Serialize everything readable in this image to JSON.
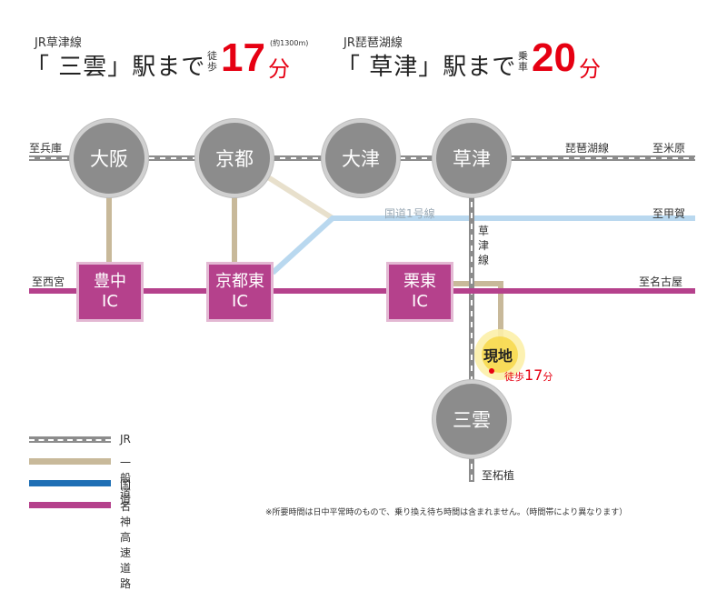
{
  "header": {
    "left": {
      "line": "JR草津線",
      "station": "「 三雲」駅まで",
      "mode": "徒歩",
      "minutes": "17",
      "unit": "分",
      "distance": "(約1300m)"
    },
    "right": {
      "line": "JR琵琶湖線",
      "station": "「 草津」駅まで",
      "mode": "乗車",
      "minutes": "20",
      "unit": "分"
    }
  },
  "stations": {
    "osaka": "大阪",
    "kyoto": "京都",
    "otsu": "大津",
    "kusatsu": "草津",
    "mikumo": "三雲"
  },
  "interchanges": {
    "toyonaka": [
      "豊中",
      "IC"
    ],
    "kyotohigashi": [
      "京都東",
      "IC"
    ],
    "ritto": [
      "栗東",
      "IC"
    ]
  },
  "labels": {
    "to_hyogo": "至兵庫",
    "biwako_line": "琵琶湖線",
    "to_maibara": "至米原",
    "route1": "国道1号線",
    "to_koka": "至甲賀",
    "to_nishinomiya": "至西宮",
    "to_nagoya": "至名古屋",
    "kusatsu_line": "草津線",
    "to_tsuge": "至柘植",
    "site": "現地",
    "site_walk": "徒歩",
    "site_minutes": "17",
    "site_unit": "分"
  },
  "legend": [
    {
      "label": "JR",
      "type": "jr",
      "color": "#8c8c8c"
    },
    {
      "label": "一般道",
      "type": "road",
      "color": "#c8b99a"
    },
    {
      "label": "国道",
      "type": "national",
      "color": "#1f6fb5"
    },
    {
      "label": "名神高速道路",
      "type": "expressway",
      "color": "#b5418c"
    }
  ],
  "note": "※所要時間は日中平常時のもので、乗り換え待ち時間は含まれません。（時間帯により異なります）"
}
